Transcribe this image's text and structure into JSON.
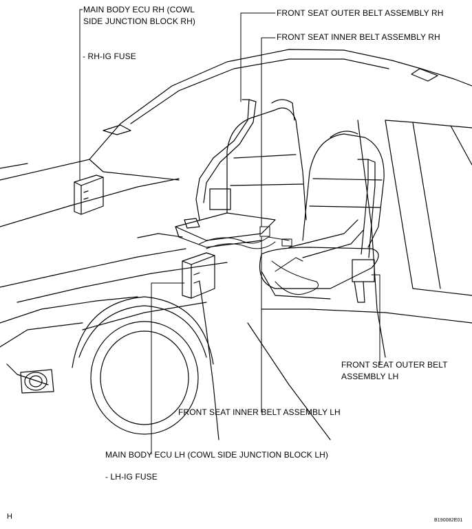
{
  "labels": {
    "main_body_ecu_rh": [
      "MAIN BODY ECU RH (COWL",
      "SIDE JUNCTION BLOCK RH)"
    ],
    "rh_ig_fuse": "- RH-IG FUSE",
    "front_seat_outer_belt_rh": "FRONT SEAT OUTER BELT ASSEMBLY RH",
    "front_seat_inner_belt_rh": "FRONT SEAT INNER BELT ASSEMBLY RH",
    "front_seat_outer_belt_lh": [
      "FRONT SEAT OUTER BELT",
      "ASSEMBLY LH"
    ],
    "front_seat_inner_belt_lh": "FRONT SEAT INNER BELT ASSEMBLY LH",
    "main_body_ecu_lh": "MAIN BODY ECU LH (COWL SIDE JUNCTION BLOCK LH)",
    "lh_ig_fuse": "- LH-IG FUSE"
  },
  "corner": {
    "left": "H",
    "right": "B190082E01"
  }
}
